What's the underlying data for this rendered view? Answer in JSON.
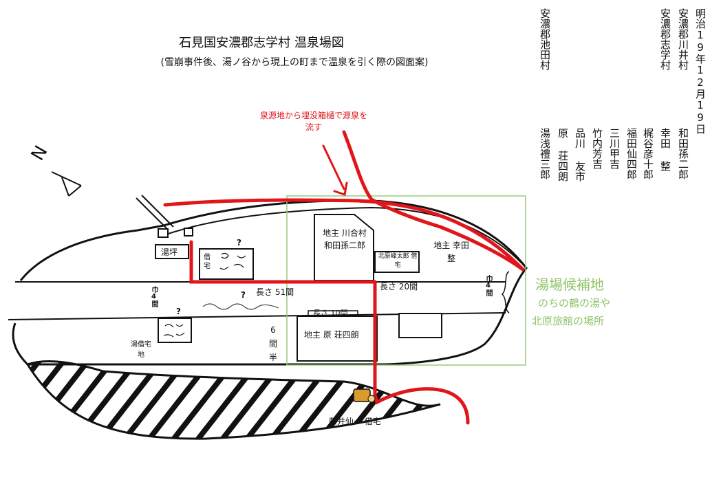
{
  "header": {
    "title": "石見国安濃郡志学村 温泉場図",
    "subtitle": "(雪崩事件後、湯ノ谷から現上の町まで温泉を引く際の図面案)"
  },
  "document_columns": [
    "安濃郡池田村",
    "",
    "安濃郡志学村",
    "安濃郡川井村",
    "明治19年12月19日",
    "湯浅禮三郎",
    "原 荘四朗",
    "品川 友市",
    "竹内芳吉",
    "三川甲吉",
    "福田仙四郎",
    "梶谷彦十郎",
    "幸田 整",
    "和田孫二郎"
  ],
  "annotations": {
    "source_note": "泉源地から埋没箱樋で源泉を流す",
    "yutsubo": "湯坪",
    "small_lot_label": "借宅",
    "question_mark": "?",
    "lot_kawai": "地主 川合村 和田孫二郎",
    "lot_kitahara": "北原峰太郎 借宅",
    "lot_koda": "地主 幸田 整",
    "lot_hara": "地主 原 荘四朗",
    "length_51": "長さ 51間",
    "length_20": "長さ 20間",
    "length_10": "長さ 10間",
    "width_left": "巾4間",
    "width_right": "巾4間",
    "width_six": "6間半",
    "yuba_lot": "湯借宅地",
    "fujii": "藤井仙一 借宅",
    "candidate_title": "湯場候補地",
    "candidate_sub1": "のちの鶴の湯や",
    "candidate_sub2": "北原旅館の場所",
    "north": "N"
  },
  "colors": {
    "pipe": "#e0161b",
    "candidate": "#8fc46a",
    "ink": "#111111"
  }
}
